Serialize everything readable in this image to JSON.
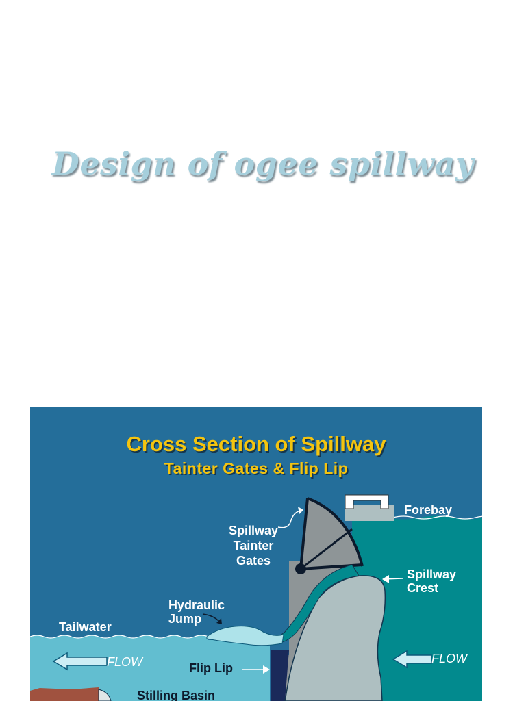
{
  "slide": {
    "title": "Design of ogee spillway"
  },
  "diagram": {
    "title": "Cross Section of Spillway",
    "subtitle": "Tainter Gates & Flip Lip",
    "labels": {
      "forebay": "Forebay",
      "tainter_gates": [
        "Spillway",
        "Tainter",
        "Gates"
      ],
      "spillway_crest": [
        "Spillway",
        "Crest"
      ],
      "hydraulic_jump": [
        "Hydraulic",
        "Jump"
      ],
      "tailwater": "Tailwater",
      "flip_lip": "Flip Lip",
      "stilling_basin": "Stilling Basin",
      "flow_left": "FLOW",
      "flow_right": "FLOW"
    },
    "colors": {
      "background": "#246e9a",
      "forebay_water": "#028a8e",
      "tailwater": "#62bed0",
      "dam_concrete": "#aebfc1",
      "gate_structure": "#8e9597",
      "title_yellow": "#f4c40f"
    }
  }
}
